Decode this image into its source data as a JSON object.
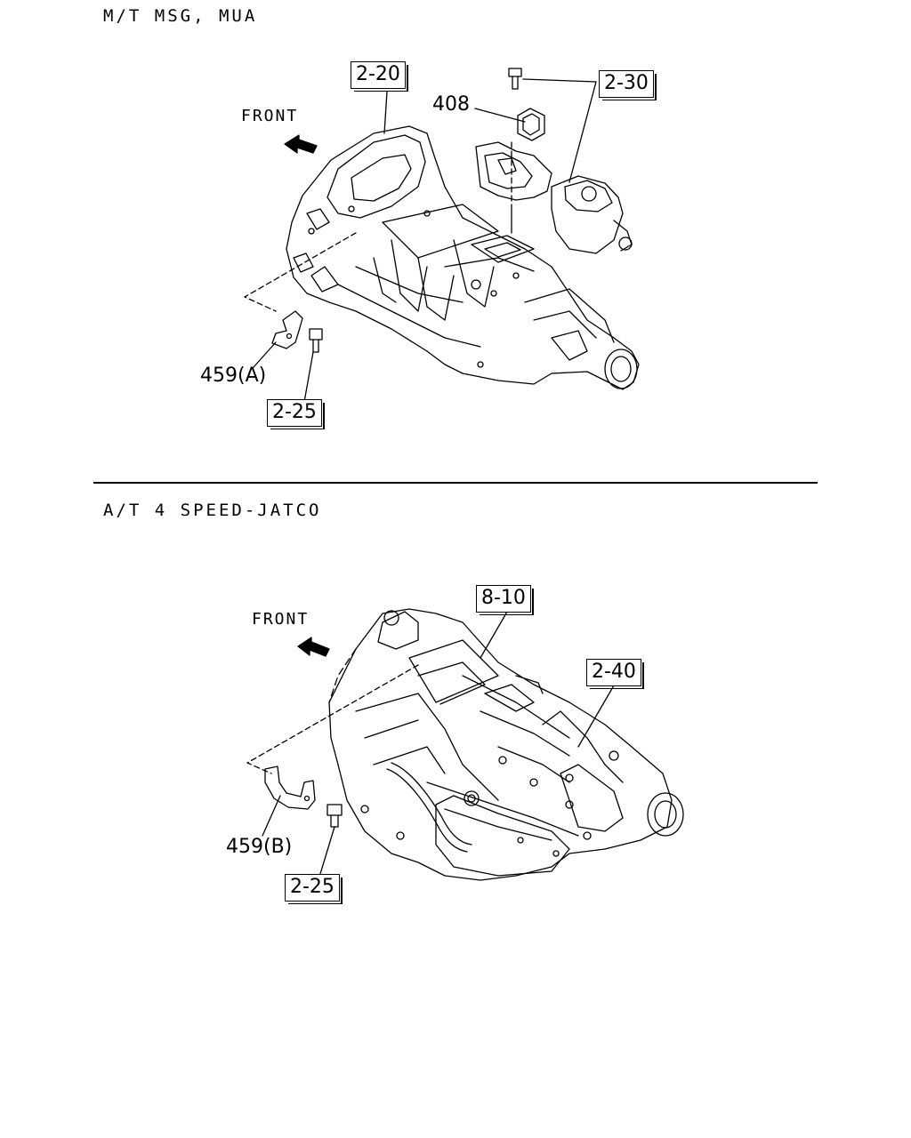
{
  "sections": [
    {
      "caption": "M/T MSG, MUA",
      "front_label": "FRONT",
      "refs": [
        "2-20",
        "2-30",
        "2-25"
      ],
      "parts": [
        "408",
        "459(A)"
      ]
    },
    {
      "caption": "A/T 4 SPEED-JATCO",
      "front_label": "FRONT",
      "refs": [
        "8-10",
        "2-40",
        "2-25"
      ],
      "parts": [
        "459(B)"
      ]
    }
  ],
  "icons": [
    "front-arrow-icon",
    "bolt-icon",
    "bracket-icon"
  ]
}
